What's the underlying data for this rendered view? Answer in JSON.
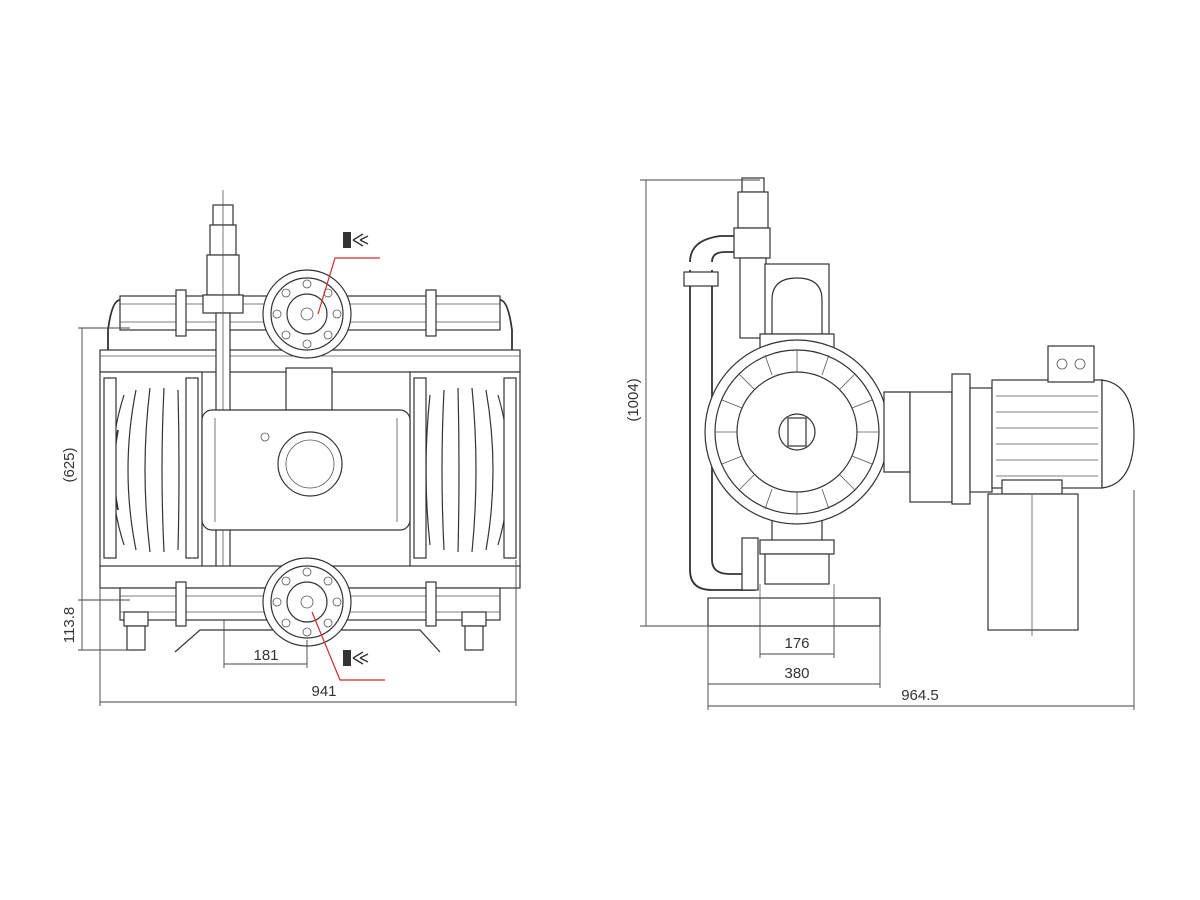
{
  "front_view": {
    "dim_width": "941",
    "dim_height": "(625)",
    "dim_bottom_offset": "113.8",
    "dim_port_offset": "181"
  },
  "side_view": {
    "dim_overall_height": "(1004)",
    "dim_port_spacing": "176",
    "dim_base_width": "380",
    "dim_overall_length": "964.5"
  },
  "colors": {
    "line": "#333333",
    "leader": "#d42a2a"
  },
  "icons": [
    "flow-in-symbol-icon",
    "flow-out-symbol-icon"
  ]
}
